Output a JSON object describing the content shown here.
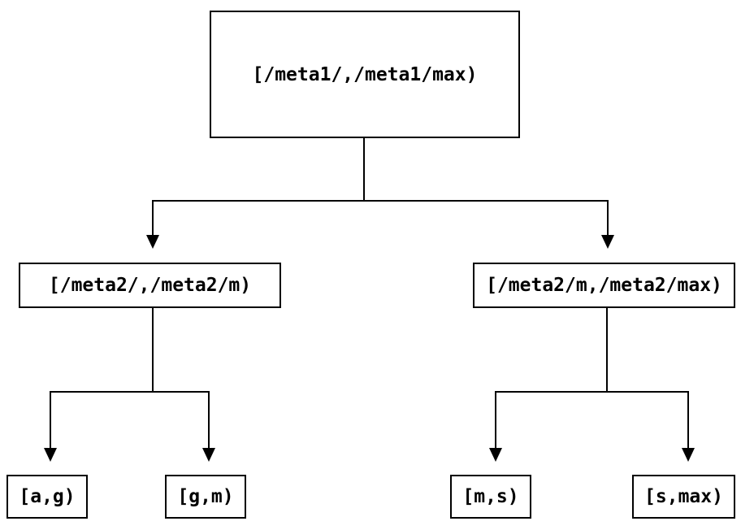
{
  "diagram": {
    "type": "tree",
    "colors": {
      "background": "#ffffff",
      "node_border": "#000000",
      "node_fill": "#ffffff",
      "text": "#000000",
      "connector": "#000000"
    },
    "nodes": {
      "root": {
        "label": "[/meta1/,/meta1/max)"
      },
      "left": {
        "label": "[/meta2/,/meta2/m)"
      },
      "right": {
        "label": "[/meta2/m,/meta2/max)"
      },
      "leaf_ag": {
        "label": "[a,g)"
      },
      "leaf_gm": {
        "label": "[g,m)"
      },
      "leaf_ms": {
        "label": "[m,s)"
      },
      "leaf_smax": {
        "label": "[s,max)"
      }
    },
    "edges": [
      {
        "from": "root",
        "to": "left"
      },
      {
        "from": "root",
        "to": "right"
      },
      {
        "from": "left",
        "to": "leaf_ag"
      },
      {
        "from": "left",
        "to": "leaf_gm"
      },
      {
        "from": "right",
        "to": "leaf_ms"
      },
      {
        "from": "right",
        "to": "leaf_smax"
      }
    ]
  }
}
